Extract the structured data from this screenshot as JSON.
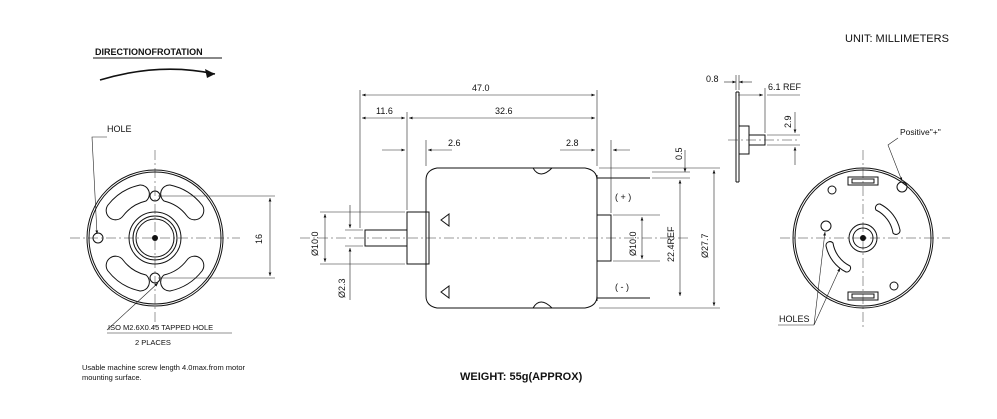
{
  "header": {
    "unit": "UNIT: MILLIMETERS",
    "direction_title": "DIRECTIONOFROTATION"
  },
  "front_view": {
    "hole_label": "HOLE",
    "dim_16": "16",
    "tapped_hole": "ISO M2.6X0.45 TAPPED HOLE",
    "places": "2 PLACES",
    "note_line1": "Usable machine screw length 4.0max.from motor",
    "note_line2": "mounting surface."
  },
  "side_view": {
    "dim_47": "47.0",
    "dim_11_6": "11.6",
    "dim_32_6": "32.6",
    "dim_2_6": "2.6",
    "dim_2_8": "2.8",
    "dim_0_5": "0.5",
    "dim_dia10_left": "Ø10.0",
    "dim_dia2_3": "Ø2.3",
    "dim_dia10_right": "Ø10.0",
    "dim_22_4": "22.4REF",
    "dim_dia27_7": "Ø27.7",
    "plus_label": "( + )",
    "minus_label": "( - )",
    "weight": "WEIGHT: 55g(APPROX)"
  },
  "terminal_detail": {
    "dim_0_8": "0.8",
    "dim_6_1": "6.1 REF",
    "dim_2_9": "2.9"
  },
  "rear_view": {
    "positive_label": "Positive\"+\"",
    "holes_label": "HOLES"
  }
}
